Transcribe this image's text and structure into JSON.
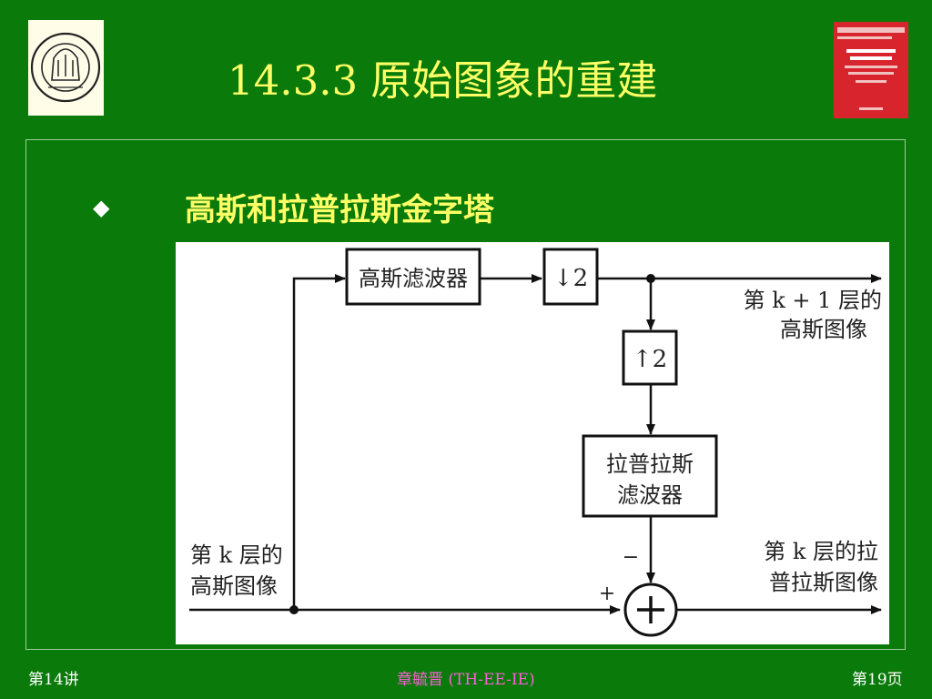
{
  "slide": {
    "title": "14.3.3  原始图象的重建",
    "bullet_symbol": "◆",
    "bullet_text": "高斯和拉普拉斯金字塔"
  },
  "diagram": {
    "gauss_filter": "高斯滤波器",
    "down2": "↓2",
    "up2": "↑2",
    "lap_filter_line1": "拉普拉斯",
    "lap_filter_line2": "滤波器",
    "out_top_line1": "第 k + 1 层的",
    "out_top_line2": "高斯图像",
    "in_line1": "第 k 层的",
    "in_line2": "高斯图像",
    "out_bottom_line1": "第 k 层的拉",
    "out_bottom_line2": "普拉斯图像",
    "minus": "−",
    "plus": "+"
  },
  "footer": {
    "left": "第14讲",
    "center": "章毓晋 (TH-EE-IE)",
    "right": "第19页"
  },
  "icons": {
    "logo": "tsinghua-university-seal-icon",
    "book": "book-cover-icon"
  }
}
